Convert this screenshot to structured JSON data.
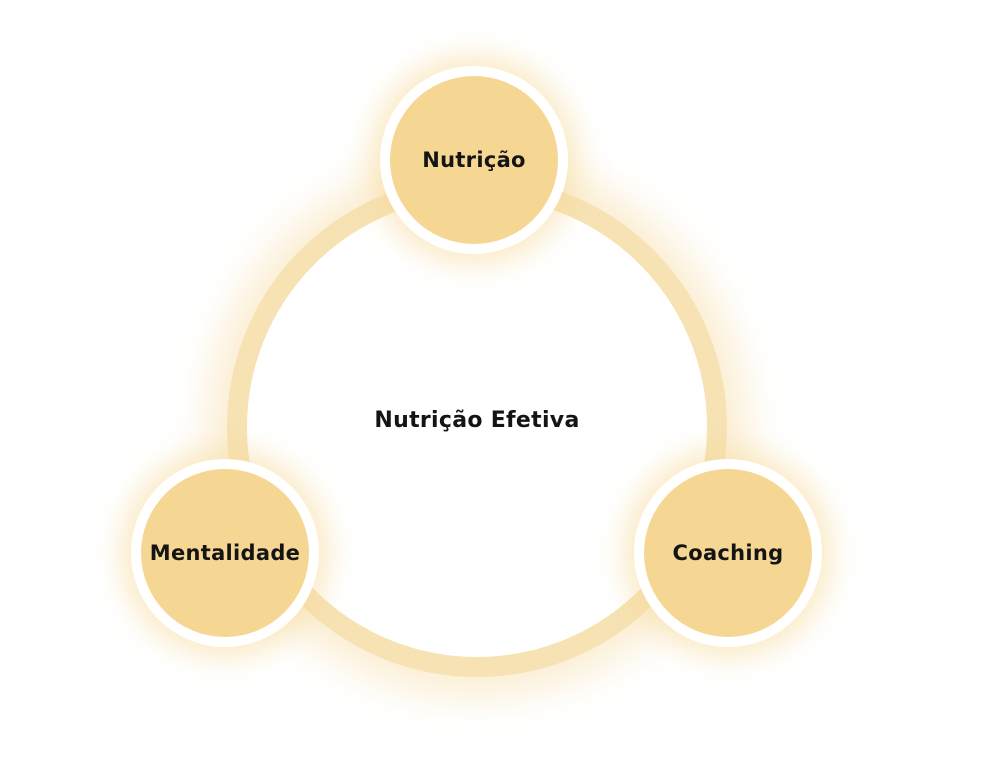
{
  "diagram": {
    "center": {
      "label": "Nutrição Efetiva"
    },
    "nodes": [
      {
        "label": "Nutrição"
      },
      {
        "label": "Mentalidade"
      },
      {
        "label": "Coaching"
      }
    ]
  },
  "colors": {
    "ring": "#f6e2b3",
    "node_fill": "#f5d693",
    "node_border": "#ffffff",
    "text": "#141414"
  }
}
